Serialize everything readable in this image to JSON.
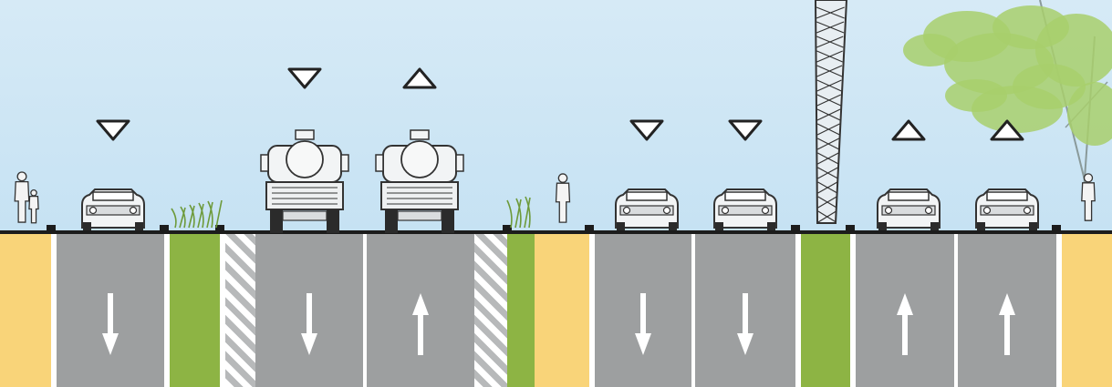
{
  "section": {
    "strips": [
      {
        "kind": "sidewalk"
      },
      {
        "kind": "lane",
        "direction": "down"
      },
      {
        "kind": "median"
      },
      {
        "kind": "hatch"
      },
      {
        "kind": "lane",
        "direction": "down"
      },
      {
        "kind": "lane",
        "direction": "up"
      },
      {
        "kind": "hatch"
      },
      {
        "kind": "median"
      },
      {
        "kind": "sidewalk"
      },
      {
        "kind": "lane",
        "direction": "down"
      },
      {
        "kind": "lane",
        "direction": "down"
      },
      {
        "kind": "median"
      },
      {
        "kind": "lane",
        "direction": "up"
      },
      {
        "kind": "lane",
        "direction": "up"
      },
      {
        "kind": "sidewalk"
      }
    ],
    "vehicles": [
      {
        "type": "car",
        "direction": "away"
      },
      {
        "type": "tanker-truck",
        "direction": "away"
      },
      {
        "type": "tanker-truck",
        "direction": "toward"
      },
      {
        "type": "car",
        "direction": "away"
      },
      {
        "type": "car",
        "direction": "away"
      },
      {
        "type": "car",
        "direction": "toward"
      },
      {
        "type": "car",
        "direction": "toward"
      }
    ]
  },
  "icons": {
    "lane_arrow": "arrow-icon",
    "direction_marker": "direction-triangle-icon",
    "pedestrian": "pedestrian-icon",
    "tree": "tree-icon",
    "pylon": "pylon-icon"
  },
  "colors": {
    "sky": "#cfe6f5",
    "lane": "#9d9fa0",
    "sidewalk": "#f9d479",
    "median": "#8db444",
    "marking": "#ffffff",
    "curb": "#1c1c1c",
    "foliage": "#a8cf6c",
    "linework": "#333333"
  }
}
